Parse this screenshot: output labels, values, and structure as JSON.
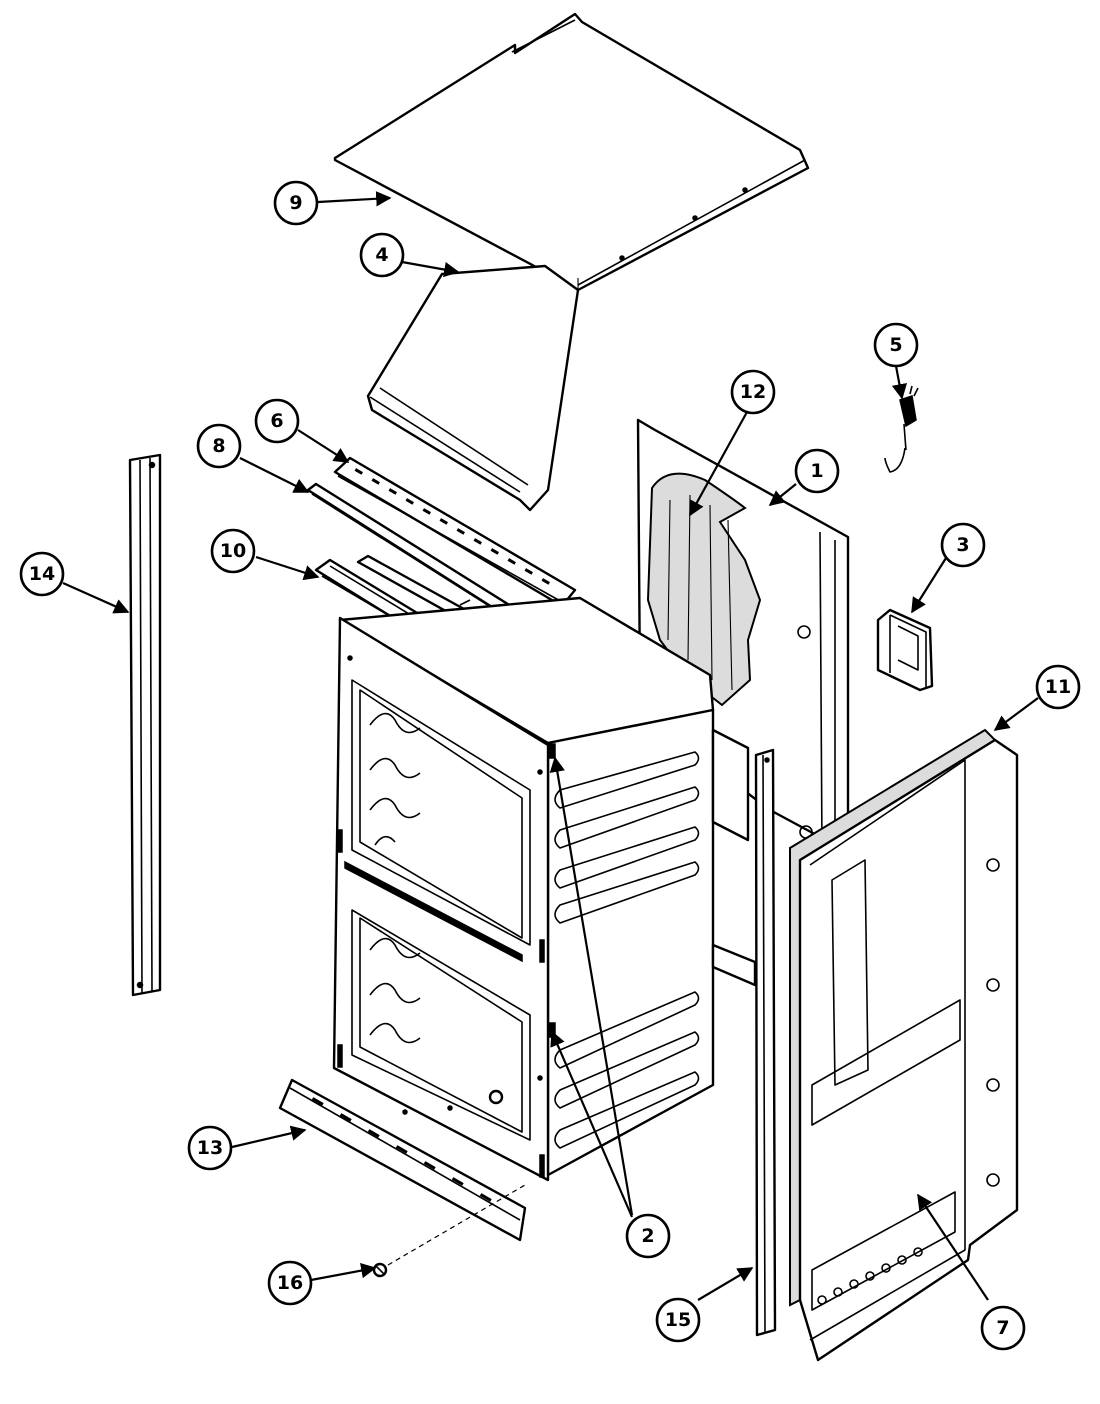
{
  "callouts": [
    {
      "id": "9",
      "label": "9"
    },
    {
      "id": "4",
      "label": "4"
    },
    {
      "id": "5",
      "label": "5"
    },
    {
      "id": "6",
      "label": "6"
    },
    {
      "id": "12",
      "label": "12"
    },
    {
      "id": "8",
      "label": "8"
    },
    {
      "id": "1",
      "label": "1"
    },
    {
      "id": "3",
      "label": "3"
    },
    {
      "id": "10",
      "label": "10"
    },
    {
      "id": "14",
      "label": "14"
    },
    {
      "id": "11",
      "label": "11"
    },
    {
      "id": "13",
      "label": "13"
    },
    {
      "id": "2",
      "label": "2"
    },
    {
      "id": "16",
      "label": "16"
    },
    {
      "id": "15",
      "label": "15"
    },
    {
      "id": "7",
      "label": "7"
    }
  ]
}
